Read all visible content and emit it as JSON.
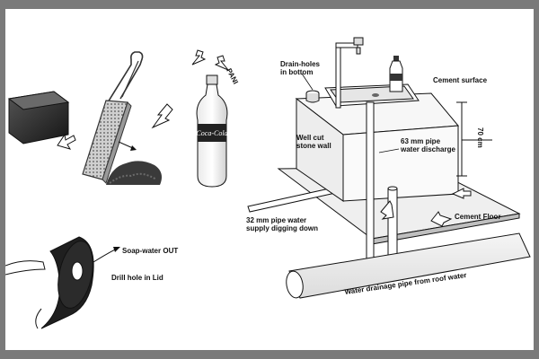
{
  "labels": {
    "drain_holes_line1": "Drain-holes",
    "drain_holes_line2": "in bottom",
    "cement_surface": "Cement surface",
    "dimension": "70 cm",
    "well_cut_line1": "Well cut",
    "well_cut_line2": "stone wall",
    "pipe63_line1": "63 mm pipe",
    "pipe63_line2": "water discharge",
    "pipe32_line1": "32 mm pipe water",
    "pipe32_line2": "supply digging down",
    "cement_floor": "Cement Floor",
    "drainage_pipe": "Water drainage pipe from roof water",
    "soap_water_out": "Soap-water OUT",
    "drill_hole": "Drill hole in Lid",
    "pani": "PANI",
    "bottle_brand": "Coca-Cola"
  },
  "colors": {
    "frame": "#7a7a7a",
    "background": "#ffffff",
    "ink": "#111111",
    "soap": "#2b2b2b",
    "grater": "#bdbdbd"
  },
  "icons": [
    "soap-bar-icon",
    "grater-icon",
    "grated-soap-pile-icon",
    "bottle-icon",
    "tap-icon",
    "hand-icon",
    "tube-roll-icon"
  ]
}
